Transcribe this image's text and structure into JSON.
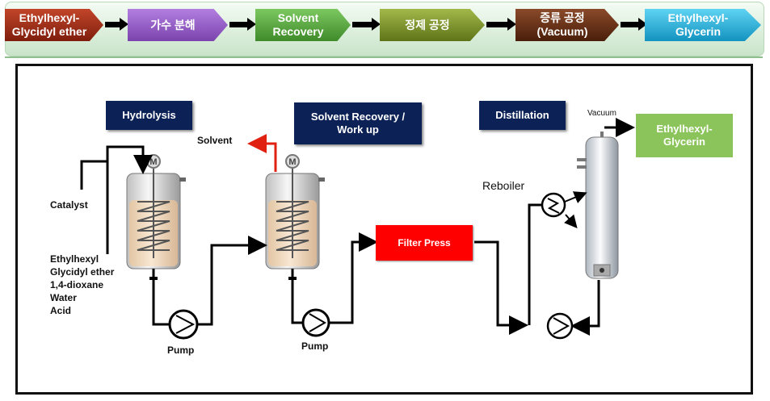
{
  "flow": {
    "steps": [
      {
        "label": "Ethylhexyl-\nGlycidyl ether",
        "color": "#9c2b12"
      },
      {
        "label": "가수 분해",
        "color": "#8f56c4"
      },
      {
        "label": "Solvent\nRecovery",
        "color": "#4d9c35"
      },
      {
        "label": "정제 공정",
        "color": "#708a22"
      },
      {
        "label": "증류 공정\n(Vacuum)",
        "color": "#5e2a12"
      },
      {
        "label": "Ethylhexyl-\nGlycerin",
        "color": "#1aa3cc"
      }
    ]
  },
  "process": {
    "hydrolysis_label": "Hydrolysis",
    "solvent_recovery_label": "Solvent  Recovery /\nWork up",
    "distillation_label": "Distillation",
    "product_label": "Ethylhexyl-\nGlycerin",
    "filter_press_label": "Filter Press",
    "solvent_label": "Solvent",
    "catalyst_label": "Catalyst",
    "feed_label": "Ethylhexyl\nGlycidyl ether\n1,4-dioxane\nWater\nAcid",
    "pump1_label": "Pump",
    "pump2_label": "Pump",
    "reboiler_label": "Reboiler",
    "vacuum_label": "Vacuum",
    "motor_symbol": "M",
    "colors": {
      "navy": "#0c2257",
      "product": "#8bc45a",
      "filter": "#ff0000",
      "solvent_arrow": "#e02010"
    }
  }
}
